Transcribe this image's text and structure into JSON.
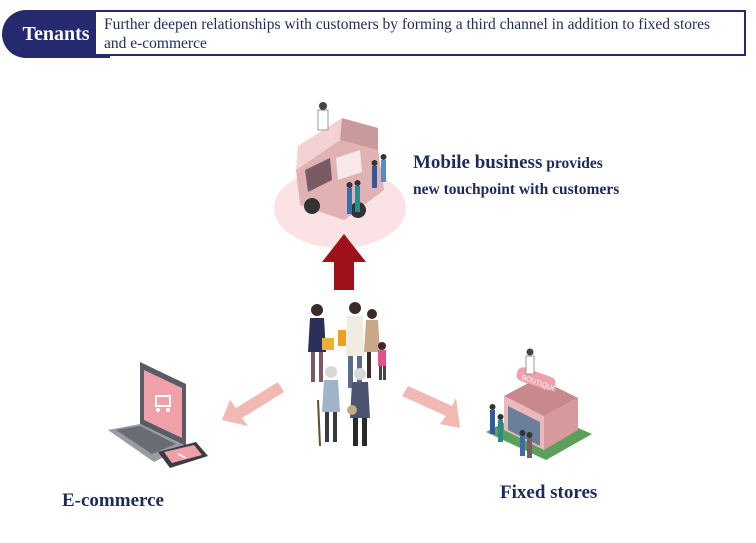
{
  "header": {
    "tag": "Tenants",
    "description": "Further deepen relationships with customers by forming a third channel in addition to fixed stores and e-commerce"
  },
  "nodes": {
    "mobile": {
      "title": "Mobile business",
      "rest_line1": " provides",
      "line2": "new touchpoint with customers"
    },
    "ecommerce": {
      "label": "E-commerce"
    },
    "fixed": {
      "label": "Fixed stores",
      "shop_sign": "BOUTIQUE"
    }
  },
  "colors": {
    "navy": "#252a6e",
    "arrow_main": "#a0101a",
    "arrow_side": "#f2b8b2",
    "glow": "#fbe3e5",
    "pink": "#e89a9e"
  }
}
